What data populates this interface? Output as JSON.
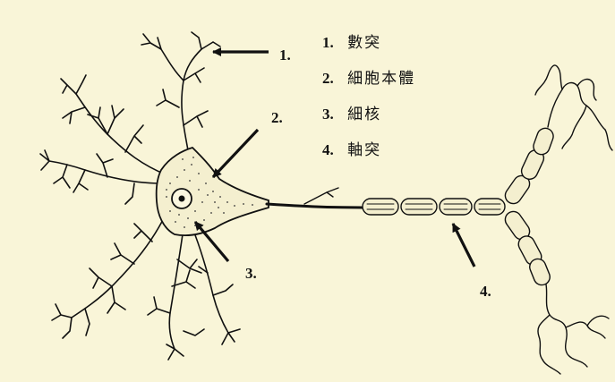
{
  "legend": [
    {
      "number": "1.",
      "term": "數突"
    },
    {
      "number": "2.",
      "term": "細胞本體"
    },
    {
      "number": "3.",
      "term": "細核"
    },
    {
      "number": "4.",
      "term": "軸突"
    }
  ],
  "callouts": {
    "dendrite": "1.",
    "cell_body": "2.",
    "nucleus": "3.",
    "axon": "4."
  },
  "colors": {
    "background": "#f9f5d8",
    "ink": "#111111"
  }
}
